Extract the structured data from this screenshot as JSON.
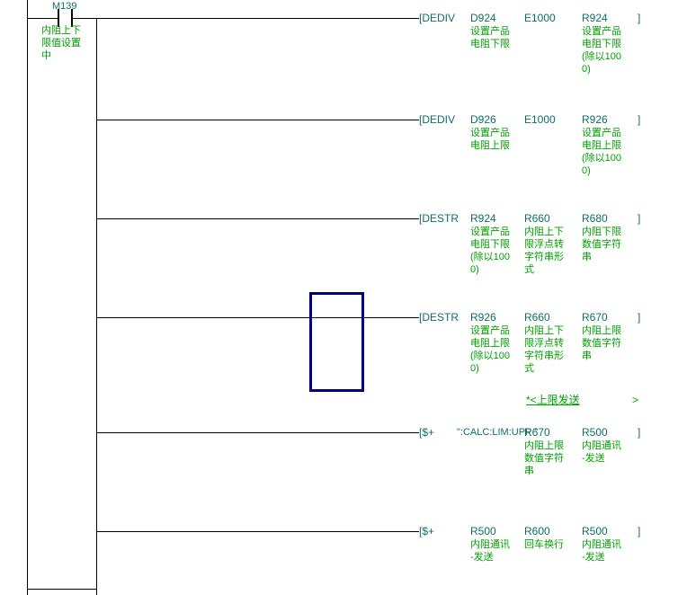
{
  "colors": {
    "background": "#ffffff",
    "wire": "#000000",
    "operand_text": "#0e6e60",
    "comment_text": "#00a000",
    "statement_text": "#00a000",
    "cursor_border": "#000080"
  },
  "contact": {
    "device": "M139",
    "comment": [
      "内阻上下",
      "限值设置",
      "中"
    ]
  },
  "rungs": [
    {
      "instruction": "[DEDIV",
      "close": "]",
      "operands": [
        {
          "name": "D924",
          "comment": [
            "设置产品",
            "电阻下限"
          ]
        },
        {
          "name": "E1000",
          "comment": []
        },
        {
          "name": "R924",
          "comment": [
            "设置产品",
            "电阻下限",
            "(除以100",
            "0)"
          ]
        }
      ]
    },
    {
      "instruction": "[DEDIV",
      "close": "]",
      "operands": [
        {
          "name": "D926",
          "comment": [
            "设置产品",
            "电阻上限"
          ]
        },
        {
          "name": "E1000",
          "comment": []
        },
        {
          "name": "R926",
          "comment": [
            "设置产品",
            "电阻上限",
            "(除以100",
            "0)"
          ]
        }
      ]
    },
    {
      "instruction": "[DESTR",
      "close": "]",
      "operands": [
        {
          "name": "R924",
          "comment": [
            "设置产品",
            "电阻下限",
            "(除以100",
            "0)"
          ]
        },
        {
          "name": "R660",
          "comment": [
            "内阻上下",
            "限浮点转",
            "字符串形",
            "式"
          ]
        },
        {
          "name": "R680",
          "comment": [
            "内阻下限",
            "数值字符",
            "串"
          ]
        }
      ]
    },
    {
      "instruction": "[DESTR",
      "close": "]",
      "operands": [
        {
          "name": "R926",
          "comment": [
            "设置产品",
            "电阻上限",
            "(除以100",
            "0)"
          ]
        },
        {
          "name": "R660",
          "comment": [
            "内阻上下",
            "限浮点转",
            "字符串形",
            "式"
          ]
        },
        {
          "name": "R670",
          "comment": [
            "内阻上限",
            "数值字符",
            "串"
          ]
        }
      ]
    },
    {
      "instruction": "[$+",
      "close": "]",
      "string_operand": "\":CALC:LIM:UPP \"",
      "operands": [
        {
          "name": "R670",
          "comment": [
            "内阻上限",
            "数值字符",
            "串"
          ]
        },
        {
          "name": "R500",
          "comment": [
            "内阻通讯",
            "-发送"
          ]
        }
      ]
    },
    {
      "instruction": "[$+",
      "close": "]",
      "operands": [
        {
          "name": "R500",
          "comment": [
            "内阻通讯",
            "-发送"
          ]
        },
        {
          "name": "R600",
          "comment": [
            "回车换行"
          ]
        },
        {
          "name": "R500",
          "comment": [
            "内阻通讯",
            "-发送"
          ]
        }
      ]
    }
  ],
  "statement": {
    "text": "*<上限发送",
    "continuation": ">"
  }
}
